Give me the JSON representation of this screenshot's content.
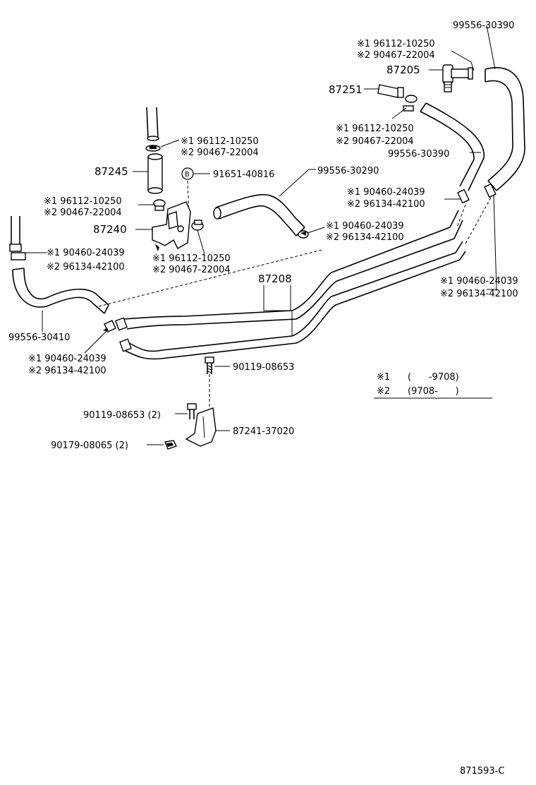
{
  "labels": {
    "hose_99556_30390_top": "99556-30390",
    "clip_a1": "※1 96112-10250",
    "clip_a2": "※2 90467-22004",
    "valve_87205": "87205",
    "fitting_87251": "87251",
    "clip_b1": "※1 96112-10250",
    "clip_b2": "※2 90467-22004",
    "hose_99556_30390_mid": "99556-30390",
    "clip_c1": "※1 96112-10250",
    "clip_c2": "※2 90467-22004",
    "hose_87245": "87245",
    "bolt_b": "91651-40816",
    "hose_99556_30290": "99556-30290",
    "clip_d1": "※1 96112-10250",
    "clip_d2": "※2 90467-22004",
    "clip_e1": "※1 90460-24039",
    "clip_e2": "※2 96134-42100",
    "bracket_87240": "87240",
    "clip_f1": "※1 90460-24039",
    "clip_f2": "※2 96134-42100",
    "clip_g1": "※1 96112-10250",
    "clip_g2": "※2 90467-22004",
    "clip_h1": "※1 90460-24039",
    "clip_h2": "※2 96134-42100",
    "pipe_87208": "87208",
    "clip_i1": "※1 90460-24039",
    "clip_i2": "※2 96134-42100",
    "hose_99556_30410": "99556-30410",
    "clip_j1": "※1 90460-24039",
    "clip_j2": "※2 96134-42100",
    "bolt_90119_top": "90119-08653",
    "bolt_90119_2": "90119-08653 (2)",
    "bracket_87241": "87241-37020",
    "nut_90179": "90179-08065 (2)",
    "callout_b": "B",
    "diagram_id": "871593-C"
  },
  "legend": {
    "row1_mark": "※1",
    "row1_range": "(      -9708)",
    "row2_mark": "※2",
    "row2_range": "(9708-      )"
  }
}
